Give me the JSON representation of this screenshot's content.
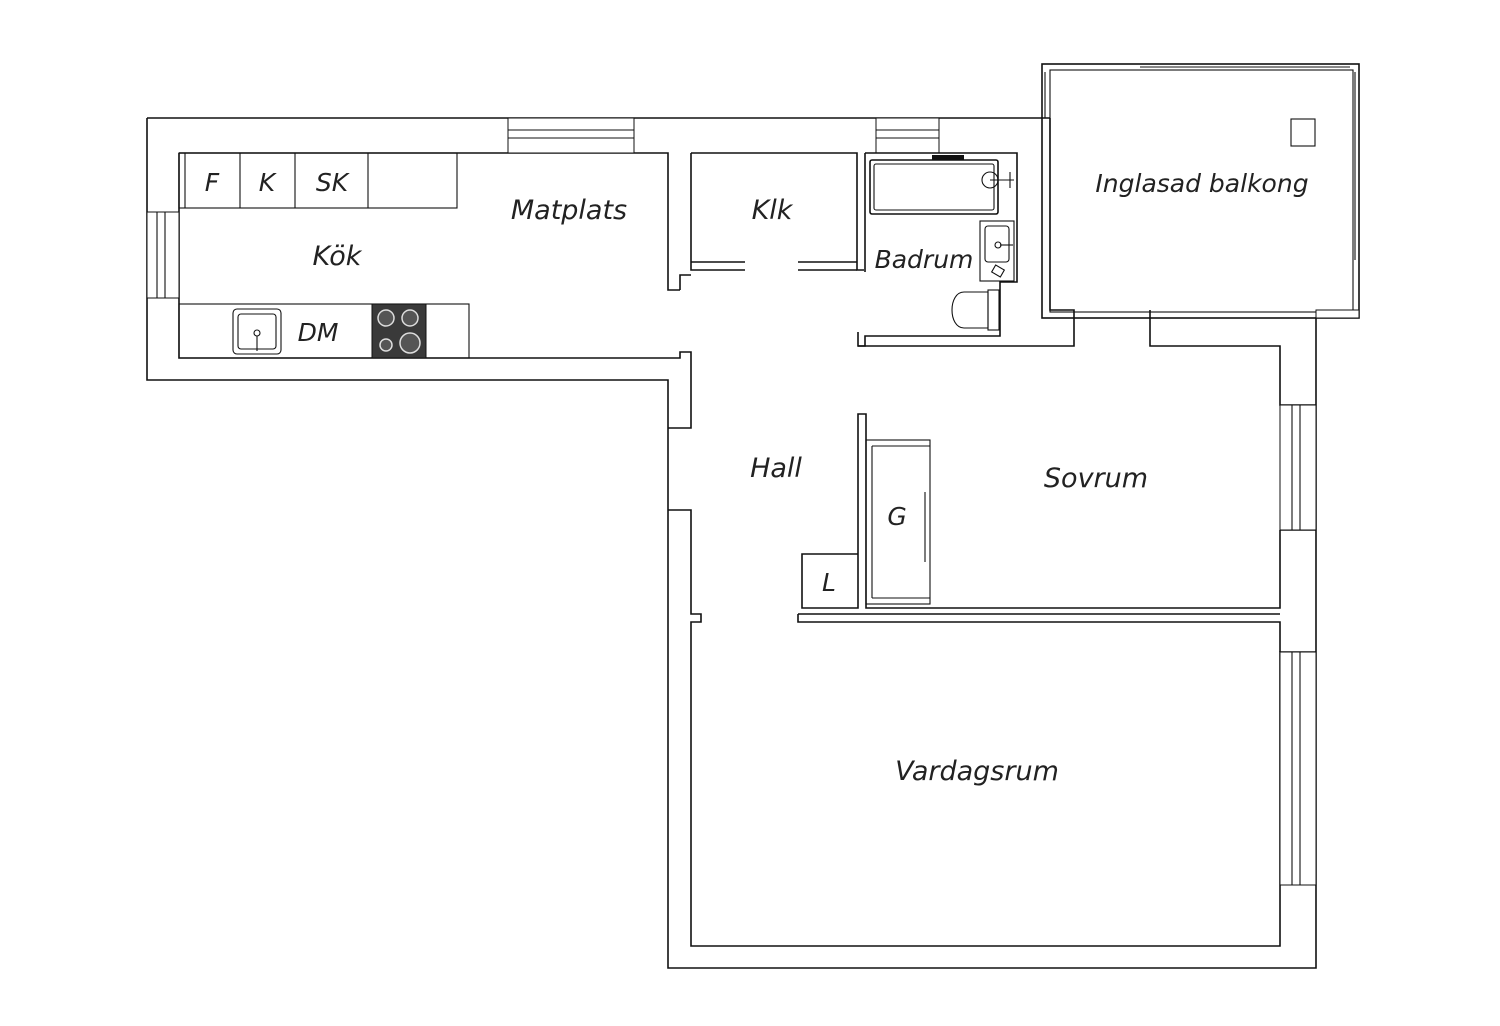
{
  "rooms": {
    "kok": "Kök",
    "matplats": "Matplats",
    "klk": "Klk",
    "badrum": "Badrum",
    "balkong": "Inglasad balkong",
    "hall": "Hall",
    "sovrum": "Sovrum",
    "vardagsrum": "Vardagsrum"
  },
  "fixtures": {
    "f": "F",
    "k": "K",
    "sk": "SK",
    "dm": "DM",
    "g": "G",
    "l": "L"
  },
  "icons": {
    "sink": "kitchen-sink-icon",
    "stove": "stove-icon",
    "bathtub": "bathtub-icon",
    "washbasin": "washbasin-icon",
    "toilet": "toilet-icon"
  }
}
